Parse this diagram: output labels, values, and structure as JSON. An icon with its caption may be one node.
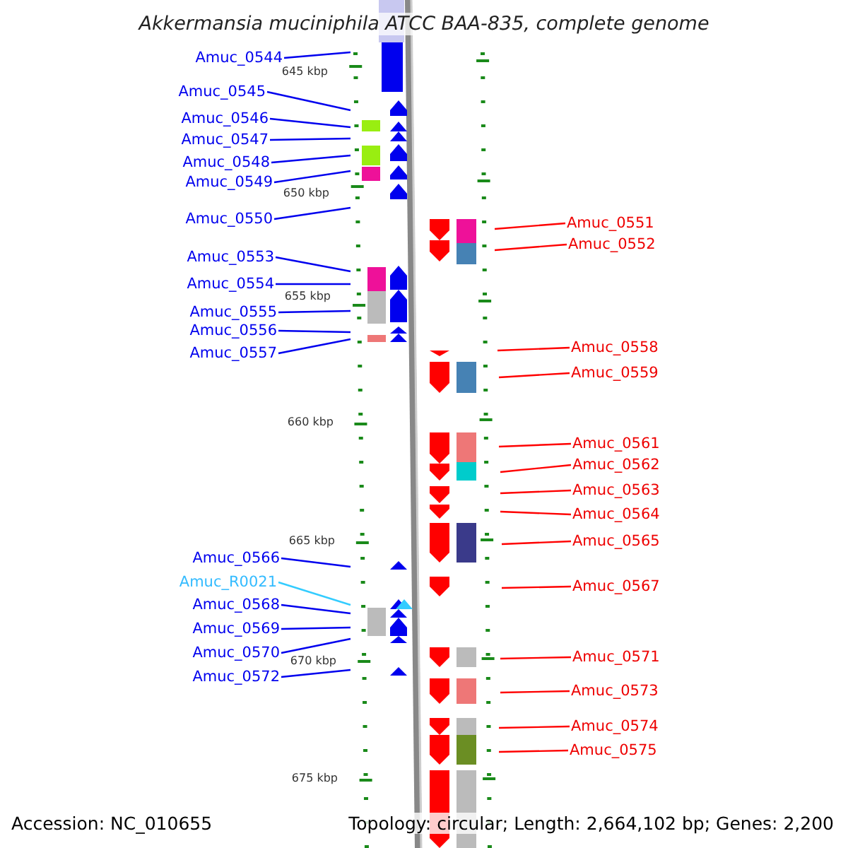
{
  "diagram": {
    "title": "Akkermansia muciniphila ATCC BAA-835, complete genome",
    "nodes": [
      {
        "text": [
          "Amuc_0544"
        ]
      },
      {
        "text": [
          "Amuc_0545"
        ]
      },
      {
        "text": [
          "Amuc_0546"
        ]
      },
      {
        "text": [
          "Amuc_0547"
        ]
      },
      {
        "text": [
          "Amuc_0548"
        ]
      },
      {
        "text": [
          "Amuc_0549"
        ]
      },
      {
        "text": [
          "Amuc_0550"
        ]
      },
      {
        "text": [
          "Amuc_0551"
        ]
      },
      {
        "text": [
          "Amuc_0552"
        ]
      },
      {
        "text": [
          "Amuc_0553"
        ]
      },
      {
        "text": [
          "Amuc_0554"
        ]
      },
      {
        "text": [
          "Amuc_0555"
        ]
      },
      {
        "text": [
          "Amuc_0556"
        ]
      },
      {
        "text": [
          "Amuc_0557"
        ]
      },
      {
        "text": [
          "Amuc_0558"
        ]
      },
      {
        "text": [
          "Amuc_0559"
        ]
      },
      {
        "text": [
          "Amuc_0561"
        ]
      },
      {
        "text": [
          "Amuc_0562"
        ]
      },
      {
        "text": [
          "Amuc_0563"
        ]
      },
      {
        "text": [
          "Amuc_0564"
        ]
      },
      {
        "text": [
          "Amuc_0565"
        ]
      },
      {
        "text": [
          "Amuc_0566"
        ]
      },
      {
        "text": [
          "Amuc_R0021"
        ]
      },
      {
        "text": [
          "Amuc_0567"
        ]
      },
      {
        "text": [
          "Amuc_0568"
        ]
      },
      {
        "text": [
          "Amuc_0569"
        ]
      },
      {
        "text": [
          "Amuc_0570"
        ]
      },
      {
        "text": [
          "Amuc_0571"
        ]
      },
      {
        "text": [
          "Amuc_0572"
        ]
      },
      {
        "text": [
          "Amuc_0573"
        ]
      },
      {
        "text": [
          "Amuc_0574"
        ]
      },
      {
        "text": [
          "Amuc_0575"
        ]
      }
    ],
    "edges": [
      {
        "from": 0,
        "to": null,
        "arrow": "none"
      },
      {
        "from": 1,
        "to": null,
        "arrow": "none"
      },
      {
        "from": 2,
        "to": null,
        "arrow": "none"
      },
      {
        "from": 3,
        "to": null,
        "arrow": "none"
      },
      {
        "from": 4,
        "to": null,
        "arrow": "none"
      },
      {
        "from": 5,
        "to": null,
        "arrow": "none"
      },
      {
        "from": 6,
        "to": null,
        "arrow": "none"
      },
      {
        "from": 7,
        "to": null,
        "arrow": "none",
        "color": "#ff0000"
      },
      {
        "from": 8,
        "to": null,
        "arrow": "none",
        "color": "#ff0000"
      },
      {
        "from": 9,
        "to": null,
        "arrow": "none"
      },
      {
        "from": 10,
        "to": null,
        "arrow": "none"
      },
      {
        "from": 11,
        "to": null,
        "arrow": "none"
      },
      {
        "from": 12,
        "to": null,
        "arrow": "none"
      },
      {
        "from": 13,
        "to": null,
        "arrow": "none"
      },
      {
        "from": 14,
        "to": null,
        "arrow": "none",
        "color": "#ff0000"
      },
      {
        "from": 15,
        "to": null,
        "arrow": "none",
        "color": "#ff0000"
      },
      {
        "from": 16,
        "to": null,
        "arrow": "none",
        "color": "#ff0000"
      },
      {
        "from": 17,
        "to": null,
        "arrow": "none",
        "color": "#ff0000"
      },
      {
        "from": 18,
        "to": null,
        "arrow": "none",
        "color": "#ff0000"
      },
      {
        "from": 19,
        "to": null,
        "arrow": "none",
        "color": "#ff0000"
      },
      {
        "from": 20,
        "to": null,
        "arrow": "none",
        "color": "#ff0000"
      },
      {
        "from": 21,
        "to": null,
        "arrow": "none"
      },
      {
        "from": 22,
        "to": null,
        "arrow": "none",
        "color": "#33ccff"
      },
      {
        "from": 23,
        "to": null,
        "arrow": "none",
        "color": "#ff0000"
      },
      {
        "from": 24,
        "to": null,
        "arrow": "none"
      },
      {
        "from": 25,
        "to": null,
        "arrow": "none"
      },
      {
        "from": 26,
        "to": null,
        "arrow": "none"
      },
      {
        "from": 27,
        "to": null,
        "arrow": "none",
        "color": "#ff0000"
      },
      {
        "from": 28,
        "to": null,
        "arrow": "none"
      },
      {
        "from": 29,
        "to": null,
        "arrow": "none",
        "color": "#ff0000"
      },
      {
        "from": 30,
        "to": null,
        "arrow": "none",
        "color": "#ff0000"
      },
      {
        "from": 31,
        "to": null,
        "arrow": "none",
        "color": "#ff0000"
      }
    ],
    "labels": [
      "645 kbp",
      "650 kbp",
      "655 kbp",
      "660 kbp",
      "665 kbp",
      "670 kbp",
      "675 kbp",
      "Accession: NC_010655",
      "Topology: circular; Length: 2,664,102 bp; Genes: 2,200"
    ]
  }
}
